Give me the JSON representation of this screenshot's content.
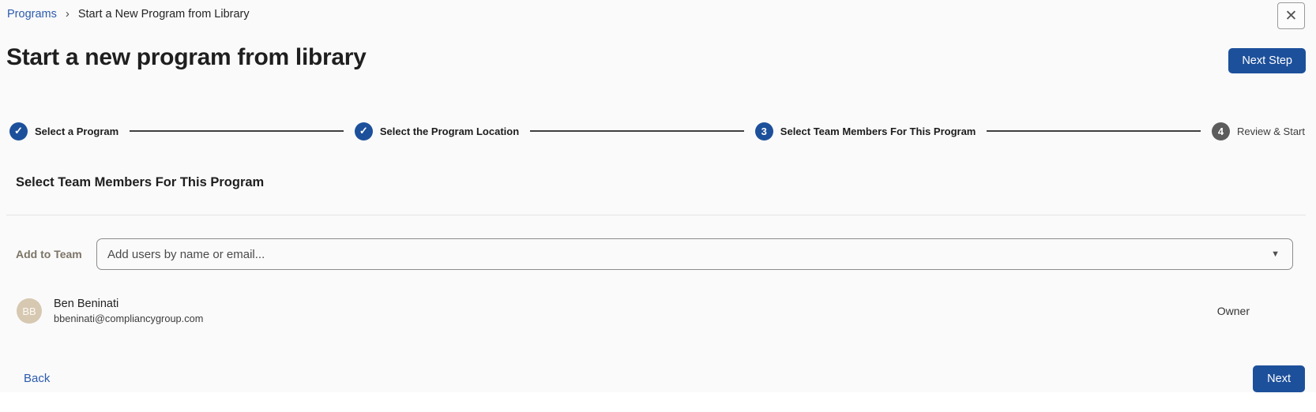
{
  "colors": {
    "primary_blue": "#1d509b",
    "link_blue": "#2c5bae",
    "page_bg": "#fafafa",
    "avatar_bg": "#d6c8b1",
    "connector_gray": "#404040",
    "upcoming_circle_gray": "#5c5c5c"
  },
  "breadcrumb": {
    "link": "Programs",
    "separator": "›",
    "current": "Start a New Program from Library"
  },
  "header": {
    "title": "Start a new program from library",
    "next_step_label": "Next Step",
    "close_icon": "✕"
  },
  "stepper": {
    "steps": [
      {
        "glyph": "✓",
        "label": "Select a Program",
        "state": "completed"
      },
      {
        "glyph": "✓",
        "label": "Select the Program Location",
        "state": "completed"
      },
      {
        "glyph": "3",
        "label": "Select Team Members For This Program",
        "state": "active"
      },
      {
        "glyph": "4",
        "label": "Review & Start",
        "state": "upcoming"
      }
    ]
  },
  "section": {
    "heading": "Select Team Members For This Program"
  },
  "form": {
    "label": "Add to Team",
    "placeholder": "Add users by name or email...",
    "dropdown_icon": "▼"
  },
  "team": [
    {
      "initials": "BB",
      "name": "Ben Beninati",
      "email": "bbeninati@compliancygroup.com",
      "role": "Owner"
    }
  ],
  "footer": {
    "back_label": "Back",
    "next_label": "Next"
  }
}
